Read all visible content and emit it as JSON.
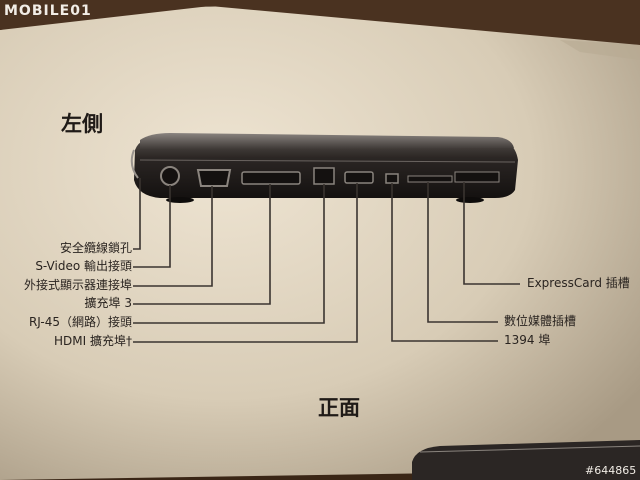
{
  "watermark": {
    "brand": "MOBILE01",
    "code": "#644865"
  },
  "headings": {
    "left_side": "左側",
    "front": "正面"
  },
  "port_labels_left": [
    "安全纜線鎖孔",
    "S-Video 輸出接頭",
    "外接式顯示器連接埠",
    "擴充埠 3",
    "RJ-45（網路）接頭",
    "HDMI 擴充埠†"
  ],
  "port_labels_right": [
    "ExpressCard 插槽",
    "數位媒體插槽",
    "1394 埠"
  ],
  "colors": {
    "paper": "#d9cdb9",
    "laptop_body": "#2b2624",
    "ink": "#2a2420",
    "leader_line": "#3a3430"
  }
}
